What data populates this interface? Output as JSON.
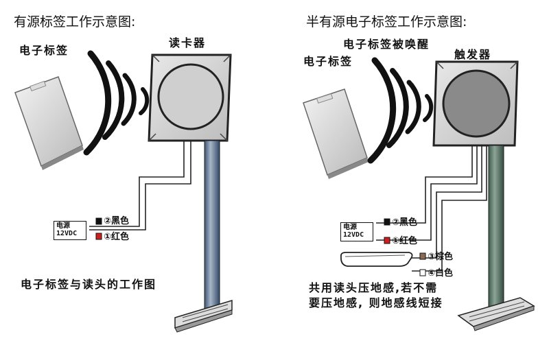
{
  "left": {
    "heading": "有源标签工作示意图:",
    "tag_label": "电子标签",
    "reader_label": "读卡器",
    "power_box_text": "电源\n12VDC",
    "wires": [
      {
        "label": "②黑色",
        "color": "#111111"
      },
      {
        "label": "①红色",
        "color": "#cc1f1f"
      }
    ],
    "caption": "电子标签与读头的工作图"
  },
  "right": {
    "heading": "半有源电子标签工作示意图:",
    "tag_label": "电子标签",
    "wake_label": "电子标签被唤醒",
    "trigger_label": "触发器",
    "power_box_text": "电源\n12VDC",
    "wires": [
      {
        "label": "②黑色",
        "color": "#111111"
      },
      {
        "label": "①红色",
        "color": "#cc1f1f"
      },
      {
        "label": "③棕色",
        "color": "#8a6a55"
      },
      {
        "label": "④白色",
        "color": "#ffffff"
      }
    ],
    "caption_line1": "共用读头压地感,若不需",
    "caption_line2": "要压地感, 则地感线短接"
  }
}
